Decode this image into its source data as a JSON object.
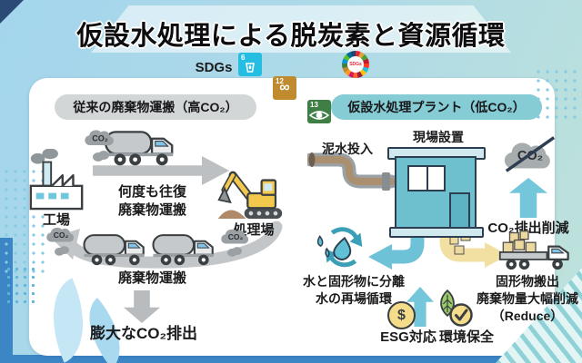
{
  "title": "仮設水処理による脱炭素と資源循環",
  "co2": "CO₂",
  "sdgs": {
    "label": "SDGs",
    "icons": [
      {
        "id": "sdg-6",
        "number": "6",
        "color": "#26BDE2"
      },
      {
        "id": "sdg-12",
        "number": "12",
        "glyph": "∞",
        "color": "#BF8B2E"
      },
      {
        "id": "sdg-13",
        "number": "13",
        "color": "#3F7E44"
      },
      {
        "id": "sdgs-wheel",
        "label": "SDGs"
      }
    ]
  },
  "left_panel": {
    "header": "従来の廃棄物運搬（高CO₂）",
    "factory_label": "工場",
    "site_label": "処理場",
    "caption_line1": "何度も往復",
    "caption_line2": "廃棄物運搬",
    "bottom_caption": "廃棄物運搬",
    "result": "膨大なCO₂排出"
  },
  "right_panel": {
    "header": "仮設水処理プラント（低CO₂）",
    "input_label": "泥水投入",
    "plant_label": "現場設置",
    "co2_reduction": "CO₂排出削減",
    "separation_line1": "水と固形物に分離",
    "separation_line2": "水の再場循環",
    "solid_line1": "固形物搬出",
    "solid_line2": "廃棄物量大幅削減",
    "solid_line3": "（Reduce）",
    "esg_label": "ESG対応",
    "esg_symbol": "$",
    "env_label": "環境保全"
  },
  "colors": {
    "accent_blue": "#3c86c5",
    "teal": "#74c6da",
    "pale_yellow": "#f2e0a2",
    "gray": "#bdc0c2",
    "pill_gray": "#d3d6d7",
    "pill_teal": "#85ccd5"
  }
}
